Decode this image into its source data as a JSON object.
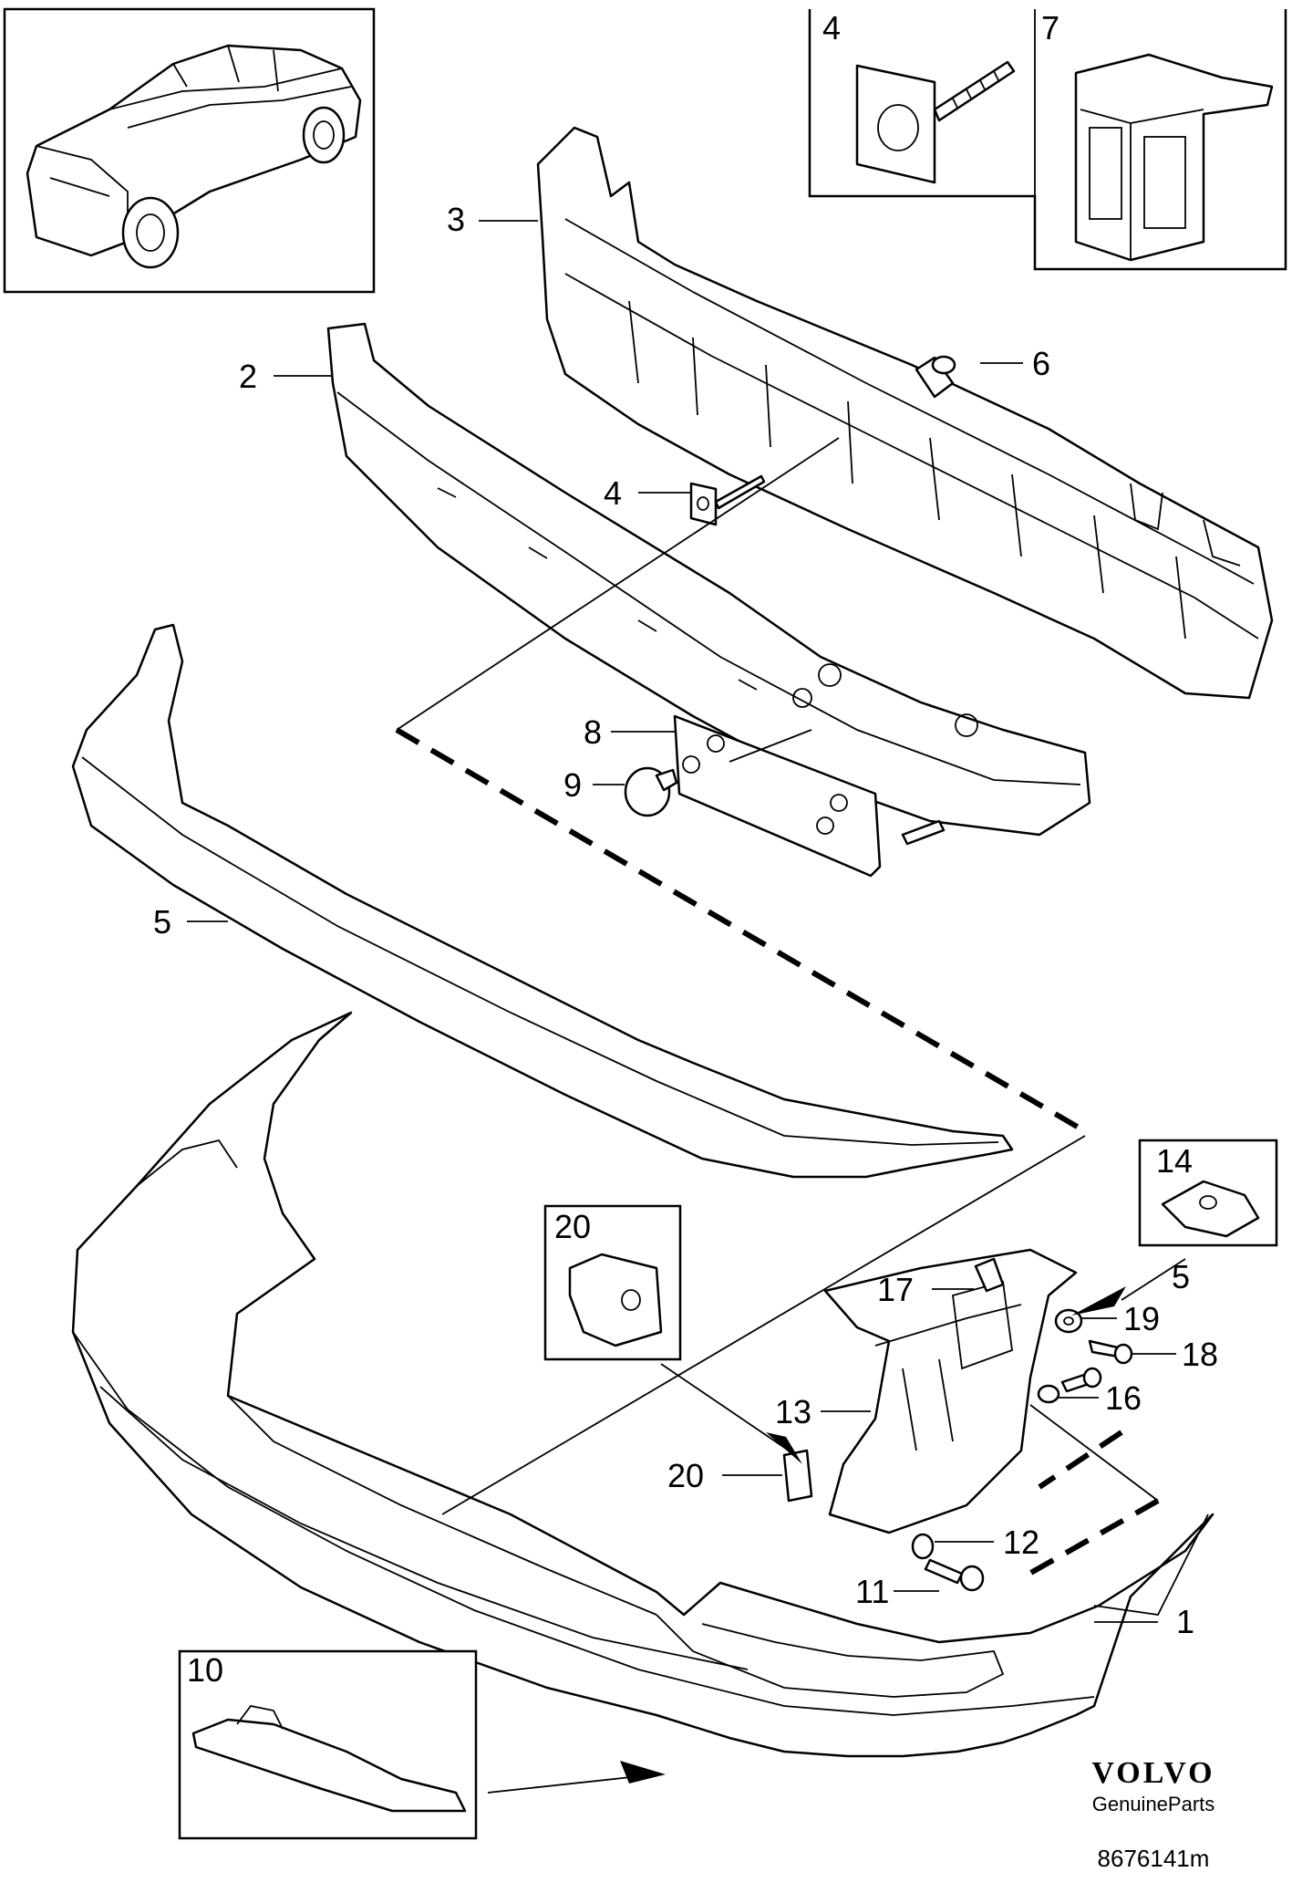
{
  "callouts": {
    "c1": "1",
    "c2": "2",
    "c3": "3",
    "c4a": "4",
    "c4b": "4",
    "c5a": "5",
    "c5b": "5",
    "c6": "6",
    "c7": "7",
    "c8": "8",
    "c9": "9",
    "c10": "10",
    "c11": "11",
    "c12": "12",
    "c13": "13",
    "c14": "14",
    "c16": "16",
    "c17": "17",
    "c18": "18",
    "c19": "19",
    "c20a": "20",
    "c20b": "20"
  },
  "brand": {
    "logo": "VOLVO",
    "subtitle": "GenuineParts"
  },
  "diagram_number": "8676141m"
}
